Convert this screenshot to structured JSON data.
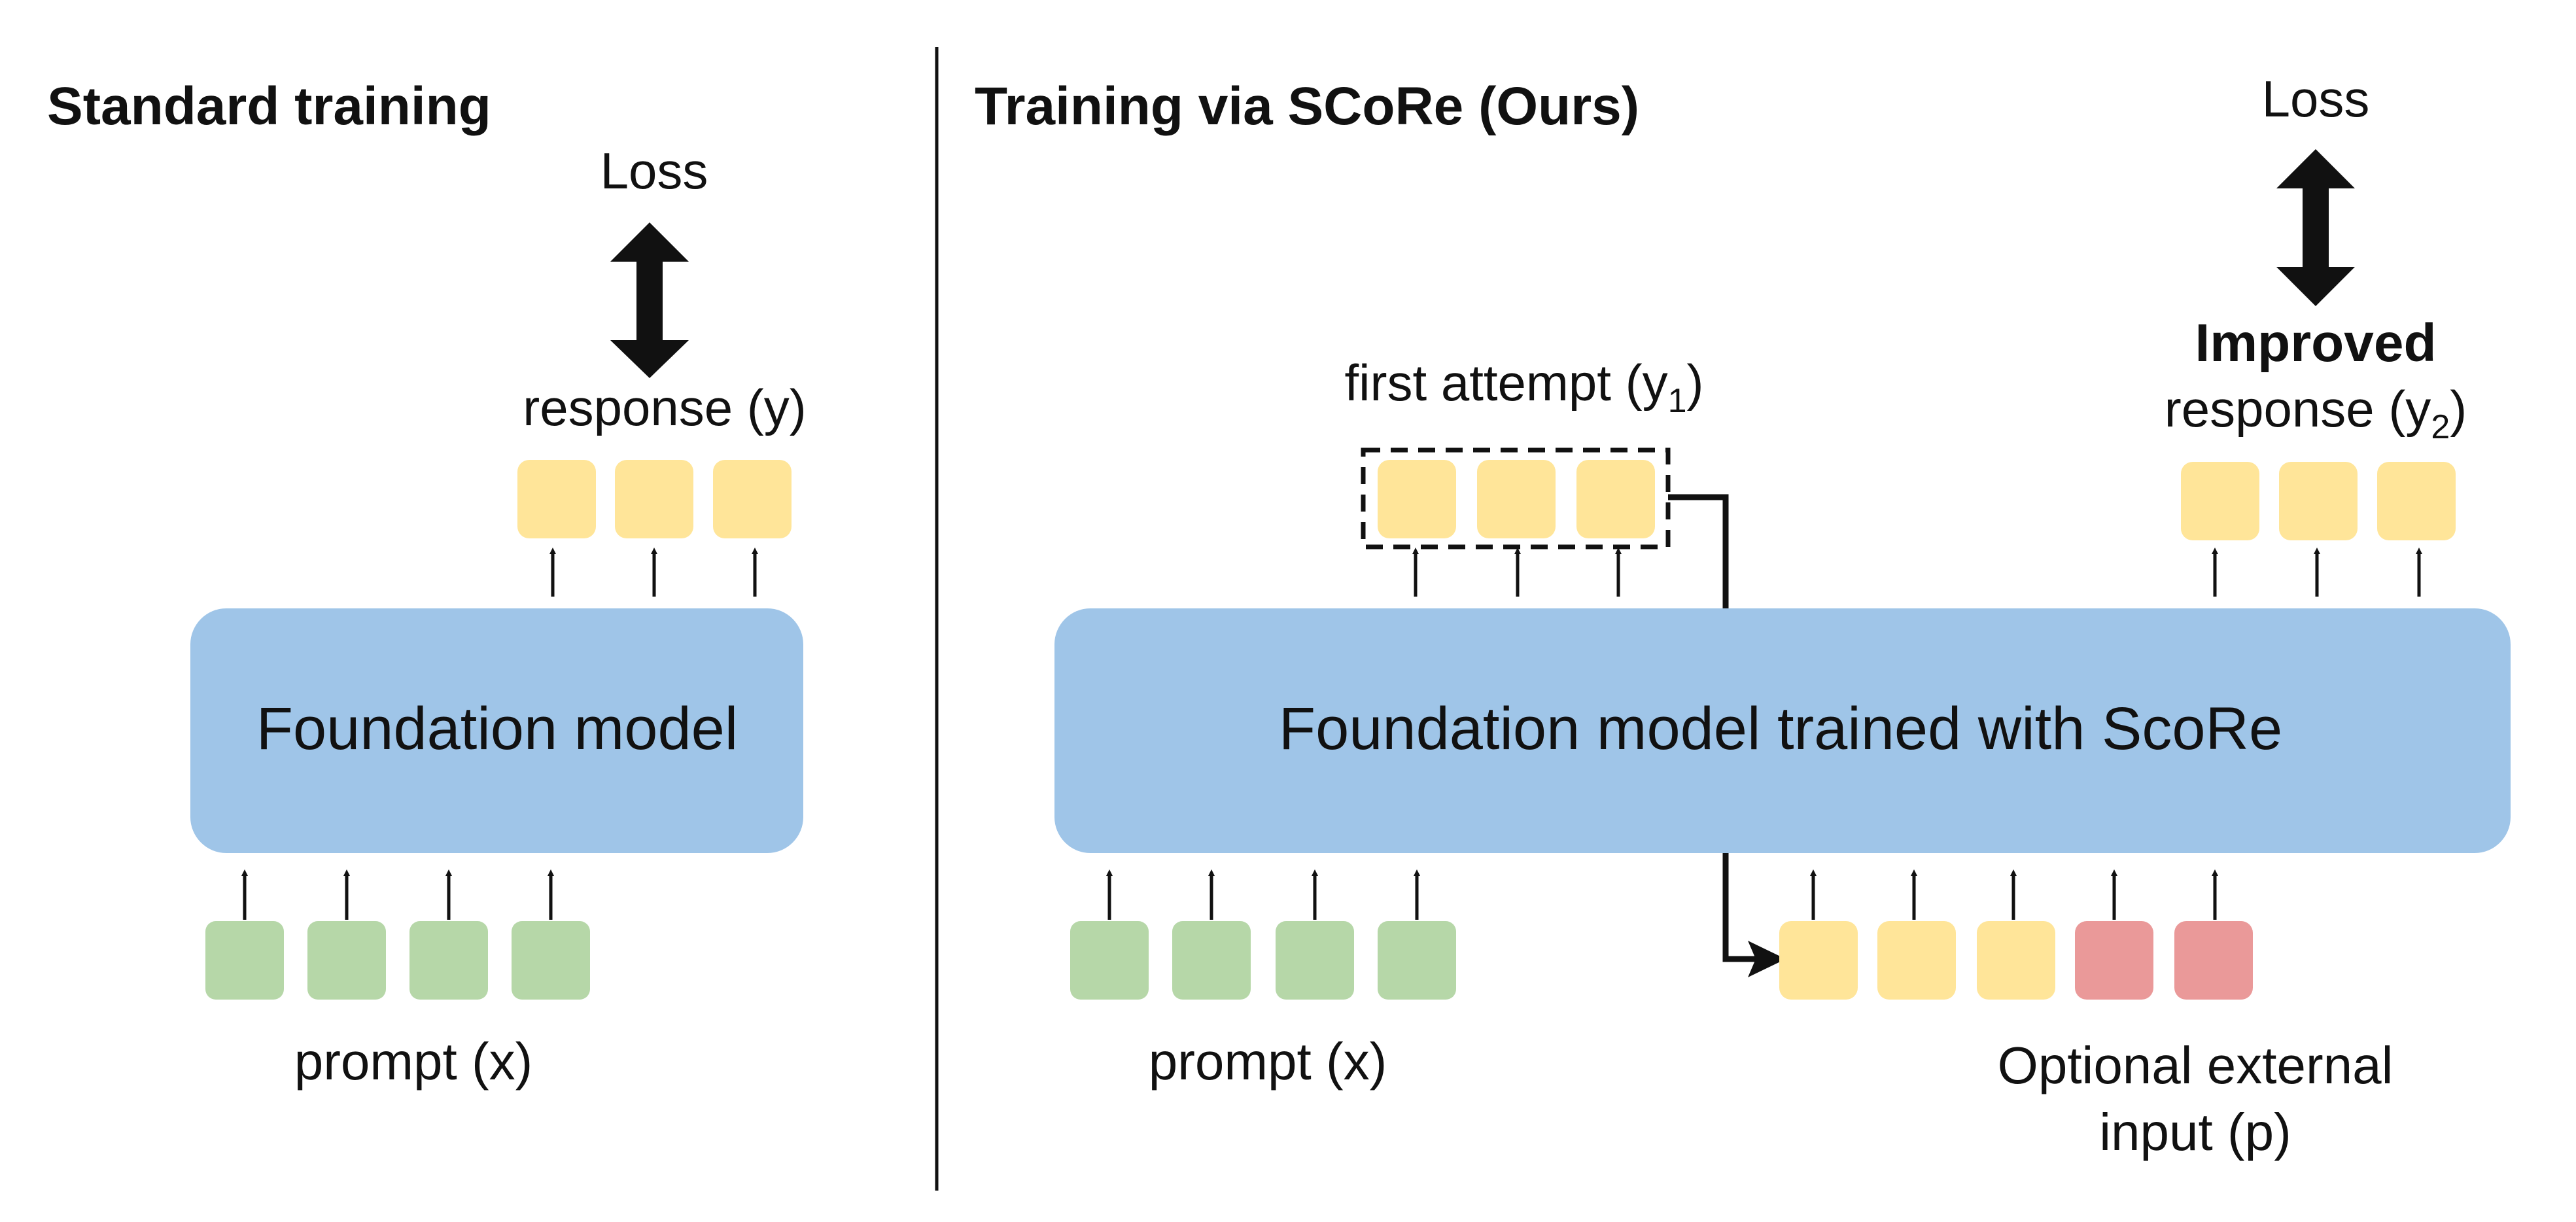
{
  "left_panel": {
    "title": "Standard training",
    "loss_label": "Loss",
    "response_label": "response (y)",
    "model_label": "Foundation model",
    "prompt_label": "prompt (x)"
  },
  "right_panel": {
    "title": "Training via SCoRe (Ours)",
    "loss_label": "Loss",
    "improved_label": "Improved",
    "response_label_prefix": "response (y",
    "response_label_sub": "2",
    "response_label_suffix": ")",
    "first_attempt_prefix": "first attempt (y",
    "first_attempt_sub": "1",
    "first_attempt_suffix": ")",
    "model_label": "Foundation model trained with ScoRe",
    "prompt_label": "prompt (x)",
    "external_input_line1": "Optional external",
    "external_input_line2": "input (p)"
  },
  "colors": {
    "model_box": "#9fc5e8",
    "response_token": "#ffe599",
    "prompt_token": "#b6d7a8",
    "external_token": "#ea9999",
    "ink": "#111111"
  }
}
